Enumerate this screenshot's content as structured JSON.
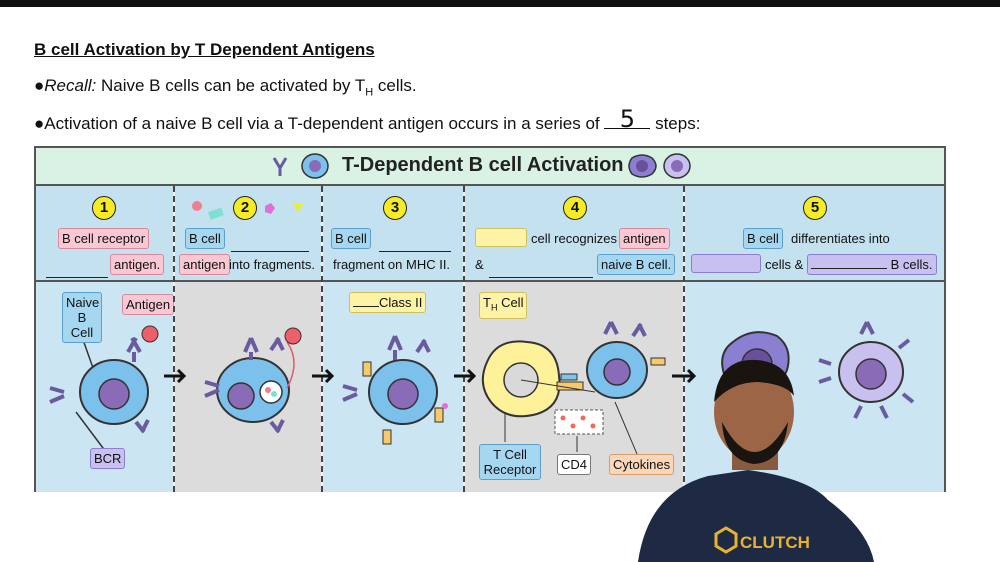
{
  "heading": "B cell Activation by T Dependent Antigens",
  "bullets": {
    "b1_prefix": "●",
    "b1_italic": "Recall:",
    "b1_text": " Naive B cells can be activated by T",
    "b1_sub": "H",
    "b1_end": " cells.",
    "b2_text": "●Activation of a naive B cell via a T-dependent antigen occurs in a series of ",
    "b2_answer": "5",
    "b2_end": " steps:"
  },
  "diagram": {
    "title": "T-Dependent B cell Activation",
    "steps": [
      {
        "num": "1",
        "tag1": "B cell receptor",
        "tag2": "antigen."
      },
      {
        "num": "2",
        "tag1": "B cell",
        "tag2": "antigen",
        "text2": "into fragments."
      },
      {
        "num": "3",
        "tag1": "B cell",
        "text2": "fragment on MHC II."
      },
      {
        "num": "4",
        "text1": "cell",
        "text1b": "recognizes",
        "tag1b": "antigen",
        "amp": "&",
        "tag2": "naive B cell."
      },
      {
        "num": "5",
        "tag1": "B cell",
        "text1": "differentiates into",
        "text2": "cells &",
        "text2b": "B cells."
      }
    ],
    "labels": {
      "naive_b_cell": "Naive B Cell",
      "antigen": "Antigen",
      "bcr": "BCR",
      "class_ii": "Class II",
      "th_cell_t": "T",
      "th_cell_sub": "H",
      "th_cell_end": " Cell",
      "t_cell_receptor": "T Cell Receptor",
      "cd4": "CD4",
      "cytokines": "Cytokines"
    }
  },
  "presenter": {
    "shirt_text": "CLUTCH"
  },
  "colors": {
    "title_bg": "#d9f2e4",
    "header_bg": "#c4e1f0",
    "b_cell": "#7cc0ec",
    "nucleus": "#8a6bb8",
    "t_cell": "#fdf29a",
    "plasma": "#b0a2e0"
  }
}
